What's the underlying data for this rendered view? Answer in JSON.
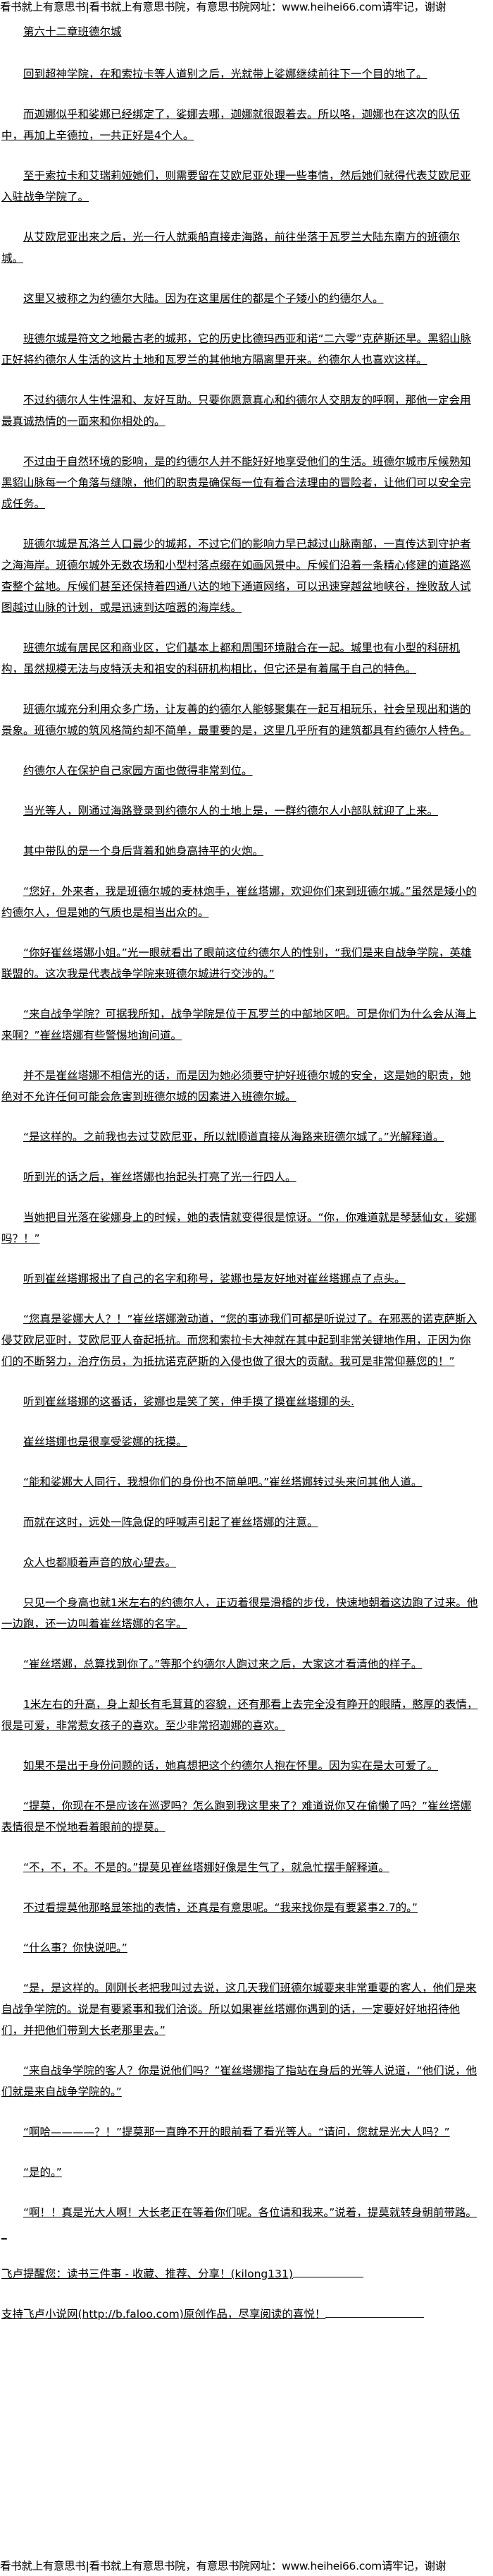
{
  "site_banner": "看书就上有意思书|看书就上有意思书院，有意思书院网址：www.heihei66.com请牢记，谢谢",
  "chapter_title": "第六十二章班德尔城",
  "paragraphs": [
    "回到超神学院，在和索拉卡等人道别之后，光就带上娑娜继续前往下一个目的地了。",
    "而迦娜似乎和娑娜已经绑定了，娑娜去哪，迦娜就很跟着去。所以咯，迦娜也在这次的队伍中，再加上辛德拉，一共正好是4个人。",
    "至于索拉卡和艾瑞莉娅她们，则需要留在艾欧尼亚处理一些事情，然后她们就得代表艾欧尼亚入驻战争学院了。",
    "从艾欧尼亚出来之后，光一行人就乘船直接走海路，前往坐落于瓦罗兰大陆东南方的班德尔城。",
    "这里又被称之为约德尔大陆。因为在这里居住的都是个子矮小的约德尔人。",
    "班德尔城是符文之地最古老的城邦，它的历史比德玛西亚和诺“二六零”克萨斯还早。黑貂山脉正好将约德尔人生活的这片土地和瓦罗兰的其他地方隔离里开来。约德尔人也喜欢这样。",
    "不过约德尔人生性温和、友好互助。只要你愿意真心和约德尔人交朋友的呼啊，那他一定会用最真诚热情的一面来和你相处的。",
    "不过由于自然环境的影响，是的约德尔人并不能好好地享受他们的生活。班德尔城市斥候熟知黑貂山脉每一个角落与缝隙，他们的职责是确保每一位有着合法理由的冒险者，让他们可以安全完成任务。",
    "班德尔城是瓦洛兰人口最少的城邦，不过它们的影响力早已越过山脉南部，一直传达到守护者之海海岸。班德尔城外无数农场和小型村落点缀在如画风景中。斥候们沿着一条精心修建的道路巡查整个盆地。斥候们甚至还保持着四通八达的地下通道网络，可以迅速穿越盆地峡谷，挫败敌人试图越过山脉的计划，或是迅速到达喧嚣的海岸线。",
    "班德尔城有居民区和商业区，它们基本上都和周围环境融合在一起。城里也有小型的科研机构，虽然规模无法与皮特沃夫和祖安的科研机构相比，但它还是有着属于自己的特色。",
    "班德尔城充分利用众多广场，让友善的约德尔人能够聚集在一起互相玩乐，社会呈现出和谐的景象。班德尔城的筑风格简约却不简单，最重要的是，这里几乎所有的建筑都具有约德尔人特色。",
    "约德尔人在保护自己家园方面也做得非常到位。",
    "当光等人，刚通过海路登录到约德尔人的土地上是，一群约德尔人小部队就迎了上来。",
    "其中带队的是一个身后背着和她身高持平的火炮。",
    "“您好，外来者，我是班德尔城的麦林炮手，崔丝塔娜，欢迎你们来到班德尔城。”虽然是矮小的约德尔人，但是她的气质也是相当出众的。",
    "“你好崔丝塔娜小姐。”光一眼就看出了眼前这位约德尔人的性别，“我们是来自战争学院，英雄联盟的。这次我是代表战争学院来班德尔城进行交涉的。”",
    "“来自战争学院？可据我所知，战争学院是位于瓦罗兰的中部地区吧。可是你们为什么会从海上来啊？”崔丝塔娜有些警惕地询问道。",
    "并不是崔丝塔娜不相信光的话，而是因为她必须要守护好班德尔城的安全，这是她的职责，她绝对不允许任何可能会危害到班德尔城的因素进入班德尔城。",
    "“是这样的。之前我也去过艾欧尼亚，所以就顺道直接从海路来班德尔城了。”光解释道。",
    "听到光的话之后，崔丝塔娜也抬起头打亮了光一行四人。",
    "当她把目光落在娑娜身上的时候，她的表情就变得很是惊讶。“你，你难道就是琴瑟仙女，娑娜吗？！”",
    "听到崔丝塔娜报出了自己的名字和称号，娑娜也是友好地对崔丝塔娜点了点头。",
    "“您真是娑娜大人？！”崔丝塔娜激动道，“您的事迹我们可都是听说过了。在邪恶的诺克萨斯入侵艾欧尼亚时，艾欧尼亚人奋起抵抗。而您和索拉卡大神就在其中起到非常关键地作用，正因为你们的不断努力，治疗伤员，为抵抗诺克萨斯的入侵也做了很大的贡献。我可是非常仰慕您的！”",
    "听到崔丝塔娜的这番话，娑娜也是笑了笑，伸手摸了摸崔丝塔娜的头.",
    "崔丝塔娜也是很享受娑娜的抚摸。",
    "“能和娑娜大人同行，我想你们的身份也不简单吧。”崔丝塔娜转过头来问其他人道。",
    "而就在这时，远处一阵急促的呼喊声引起了崔丝塔娜的注意。",
    "众人也都顺着声音的放心望去。",
    "只见一个身高也就1米左右的约德尔人，正迈着很是滑稽的步伐，快速地朝着这边跑了过来。他一边跑，还一边叫着崔丝塔娜的名字。",
    "“崔丝塔娜，总算找到你了。”等那个约德尔人跑过来之后，大家这才看清他的样子。",
    "1米左右的升高，身上却长有毛茸茸的容貌，还有那看上去完全没有睁开的眼睛，憨厚的表情，很是可爱，非常惹女孩子的喜欢。至少非常招迦娜的喜欢。",
    "如果不是出于身份问题的话，她真想把这个约德尔人抱在怀里。因为实在是太可爱了。",
    "“提莫，你现在不是应该在巡逻吗？怎么跑到我这里来了？难道说你又在偷懒了吗？”崔丝塔娜表情很是不悦地看着眼前的提莫。",
    "“不，不，不。不是的。”提莫见崔丝塔娜好像是生气了，就急忙摆手解释道。",
    "不过看提莫他那略显笨拙的表情，还真是有意思呢。“我来找你是有要紧事2.7的。”",
    "“什么事？你快说吧。”",
    "“是，是这样的。刚刚长老把我叫过去说，这几天我们班德尔城要来非常重要的客人，他们是来自战争学院的。说是有要紧事和我们洽谈。所以如果崔丝塔娜你遇到的话，一定要好好地招待他们，并把他们带到大长老那里去。”",
    "“来自战争学院的客人？你是说他们吗？”崔丝塔娜指了指站在身后的光等人说道，“他们说，他们就是来自战争学院的。”",
    "“啊哈————？！”提莫那一直睁不开的眼前看了看光等人。“请问，您就是光大人吗？”",
    "“是的。”",
    "“啊！！真是光大人啊！大长老正在等着你们呢。各位请和我来。”说着，提莫就转身朝前带路。_"
  ],
  "promo": {
    "reminder": "飞卢提醒您：读书三件事 - 收藏、推荐、分享！(kilong131)",
    "support": "支持飞卢小说网(http://b.faloo.com)原创作品，尽享阅读的喜悦！"
  }
}
